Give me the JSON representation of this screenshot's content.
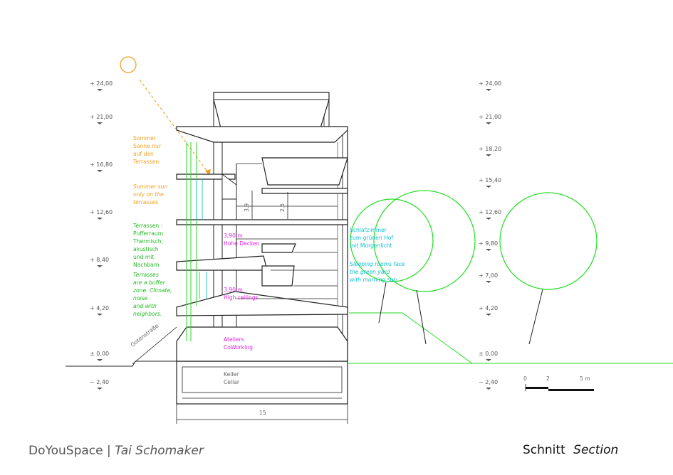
{
  "footer": {
    "brand": "DoYouSpace",
    "separator": "|",
    "author": "Tai Schomaker",
    "title_de": "Schnitt",
    "title_en": "Section"
  },
  "levels_left": [
    "+ 24,00",
    "+ 21,00",
    "+ 16,80",
    "+ 12,60",
    "+ 8,40",
    "+ 4,20",
    "± 0,00",
    "− 2,40"
  ],
  "levels_right": [
    "+ 24,00",
    "+ 21,00",
    "+ 18,20",
    "+ 15,40",
    "+ 12,60",
    "+ 9,80",
    "+ 7,00",
    "+ 4,20",
    "± 0,00",
    "− 2,40"
  ],
  "annotations": {
    "summer_de": [
      "Sommer",
      "Sonne nur",
      "auf den",
      "Terrassen"
    ],
    "summer_en": [
      "Summer sun",
      "only on the",
      "terrasses"
    ],
    "terrace_de": [
      "Terrassen :",
      "Pufferraum",
      "Thermisch,",
      "akustisch",
      "und mit",
      "Nachbarn"
    ],
    "terrace_en": [
      "Terrasses",
      "are a buffer",
      "zone. Climate,",
      "noise",
      "and with",
      "neighbors."
    ],
    "hohe_de": [
      "3,90 m",
      "Hohe Decken"
    ],
    "high_en": [
      "3,90 m",
      "High ceilings"
    ],
    "ateliers": [
      "Ateliers",
      "CoWorking"
    ],
    "keller": [
      "Keller",
      "Cellar"
    ],
    "schlaf_de": [
      "Schlafzimmer",
      "zum grünen Hof",
      "mit Morgenlicht"
    ],
    "schlaf_en": [
      "Sleeping rooms face",
      "the green yard",
      "with morning sun"
    ],
    "street": "Gotenstraße",
    "dim_39": "3,9",
    "dim_25": "2,5",
    "width": "15"
  },
  "scale_bar": {
    "labels": [
      "0",
      "2",
      "5 m"
    ]
  },
  "colors": {
    "green": "#22dd22",
    "orange": "#f0a020",
    "magenta": "#e020e0",
    "cyan": "#10c0d0",
    "line": "#222222"
  }
}
